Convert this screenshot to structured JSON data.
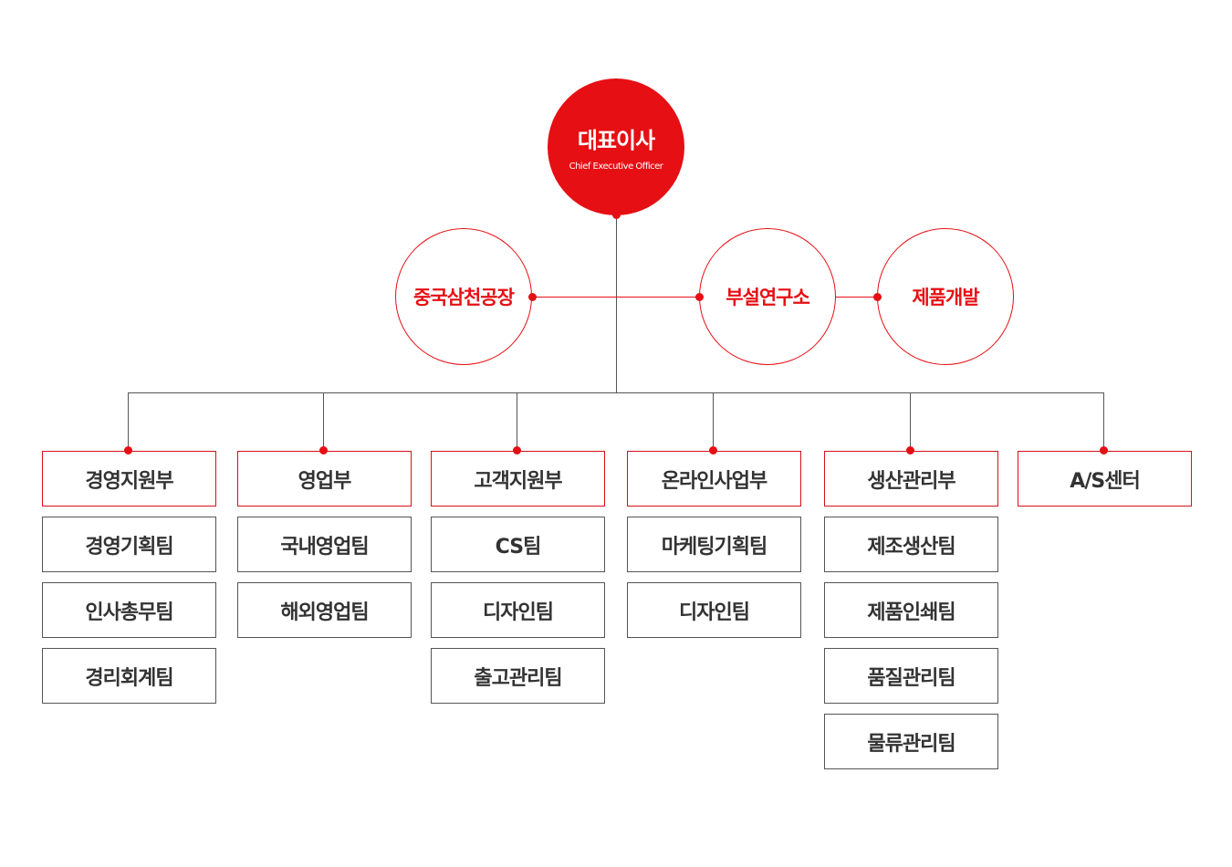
{
  "ceo": {
    "title": "대표이사",
    "subtitle": "Chief Executive Officer"
  },
  "affiliates": [
    "중국삼천공장",
    "부설연구소",
    "제품개발"
  ],
  "departments": [
    {
      "name": "경영지원부",
      "teams": [
        "경영기획팀",
        "인사총무팀",
        "경리회계팀"
      ]
    },
    {
      "name": "영업부",
      "teams": [
        "국내영업팀",
        "해외영업팀"
      ]
    },
    {
      "name": "고객지원부",
      "teams": [
        "CS팀",
        "디자인팀",
        "출고관리팀"
      ]
    },
    {
      "name": "온라인사업부",
      "teams": [
        "마케팅기획팀",
        "디자인팀"
      ]
    },
    {
      "name": "생산관리부",
      "teams": [
        "제조생산팀",
        "제품인쇄팀",
        "품질관리팀",
        "물류관리팀"
      ]
    },
    {
      "name": "A/S센터",
      "teams": []
    }
  ],
  "colors": {
    "accent": "#e60f14",
    "line": "#555555",
    "text": "#333333"
  }
}
